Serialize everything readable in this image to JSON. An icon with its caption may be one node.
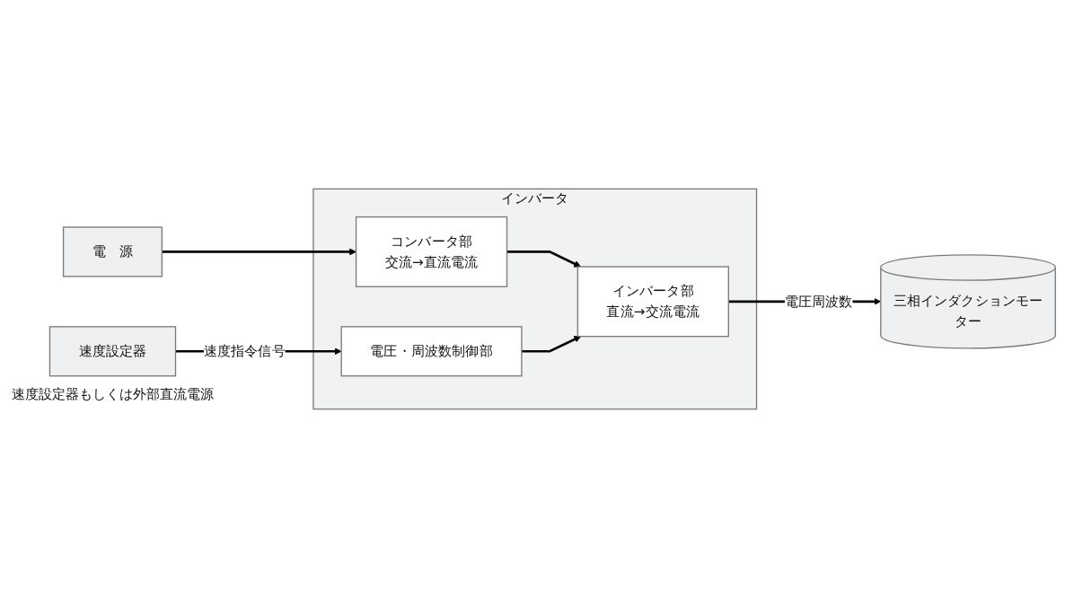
{
  "diagram": {
    "nodes": [
      {
        "text": [
          "電　源"
        ]
      },
      {
        "text": [
          "インバータ"
        ]
      },
      {
        "text": [
          "コンバータ部",
          "交流→直流電流"
        ],
        "in": 1
      },
      {
        "text": [
          "インバータ部",
          "直流→交流電流"
        ],
        "in": 1
      },
      {
        "text": [
          "電圧・周波数制御部"
        ],
        "in": 1
      },
      {
        "text": [
          "速度設定器"
        ],
        "beside": [
          "速度設定器もしくは外部直流電源"
        ]
      },
      {
        "text": [
          "三相インダクションモーター"
        ]
      }
    ],
    "edges": [
      {
        "from": 0,
        "to": 2,
        "arrow": "to"
      },
      {
        "from": 2,
        "to": 3,
        "arrow": "to"
      },
      {
        "from": 3,
        "to": 6,
        "arrow": "to",
        "label": "電圧周波数"
      },
      {
        "from": 5,
        "to": 4,
        "arrow": "to",
        "label": "速度指令信号"
      },
      {
        "from": 4,
        "to": 3,
        "arrow": "to"
      }
    ]
  }
}
